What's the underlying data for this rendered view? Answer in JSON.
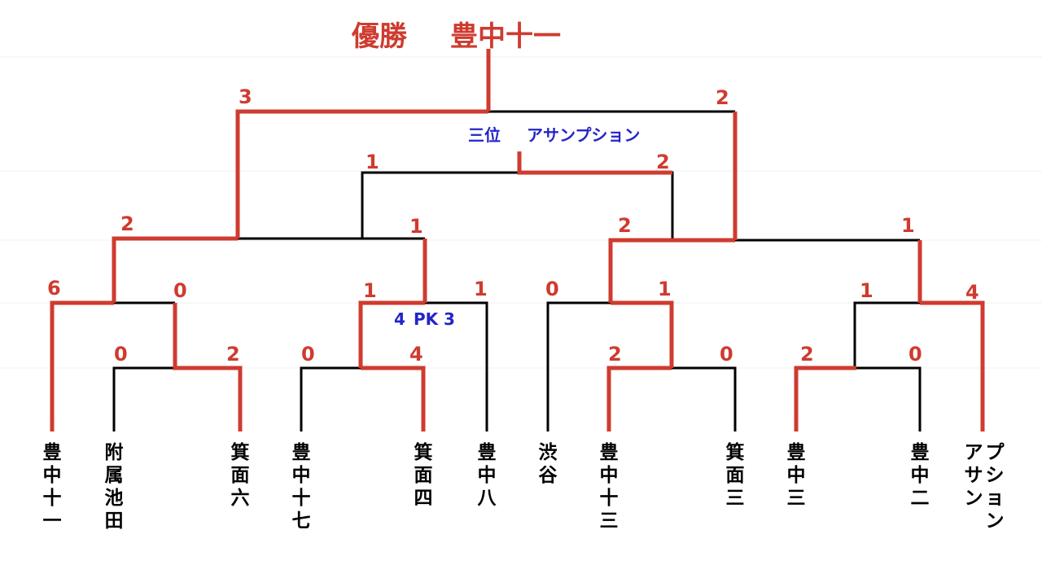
{
  "title": {
    "label": "優勝",
    "winner": "豊中十一"
  },
  "third_place": {
    "label": "三位",
    "team": "アサンプション"
  },
  "pk_note": {
    "left": "4",
    "mid": "PK",
    "right": "3"
  },
  "teams": [
    "豊中十一",
    "附属池田",
    "箕面六",
    "豊中十七",
    "箕面四",
    "豊中八",
    "渋谷",
    "豊中十三",
    "箕面三",
    "豊中三",
    "豊中二",
    "アサンプション"
  ],
  "team_columns": [
    [
      "豊",
      "中",
      "十",
      "一"
    ],
    [
      "附",
      "属",
      "池",
      "田"
    ],
    [
      "箕",
      "面",
      "六"
    ],
    [
      "豊",
      "中",
      "十",
      "七"
    ],
    [
      "箕",
      "面",
      "四"
    ],
    [
      "豊",
      "中",
      "八"
    ],
    [
      "渋",
      "谷"
    ],
    [
      "豊",
      "中",
      "十",
      "三"
    ],
    [
      "箕",
      "面",
      "三"
    ],
    [
      "豊",
      "中",
      "三"
    ],
    [
      "豊",
      "中",
      "二"
    ]
  ],
  "assumption_columns": [
    [
      "プ",
      "シ",
      "ョ",
      "ン"
    ],
    [
      "ア",
      "サ",
      "ン"
    ]
  ],
  "scores": {
    "r1": [
      "0",
      "2",
      "0",
      "4",
      "2",
      "0",
      "2",
      "0"
    ],
    "qf": [
      "6",
      "0",
      "1",
      "1",
      "0",
      "1",
      "1",
      "4"
    ],
    "sf": [
      "2",
      "1",
      "2",
      "1"
    ],
    "final": [
      "3",
      "2"
    ],
    "third": [
      "1",
      "2"
    ]
  },
  "colors": {
    "winner_path": "#cf3b2f",
    "line": "#000000",
    "third_place_text": "#2424c8"
  }
}
